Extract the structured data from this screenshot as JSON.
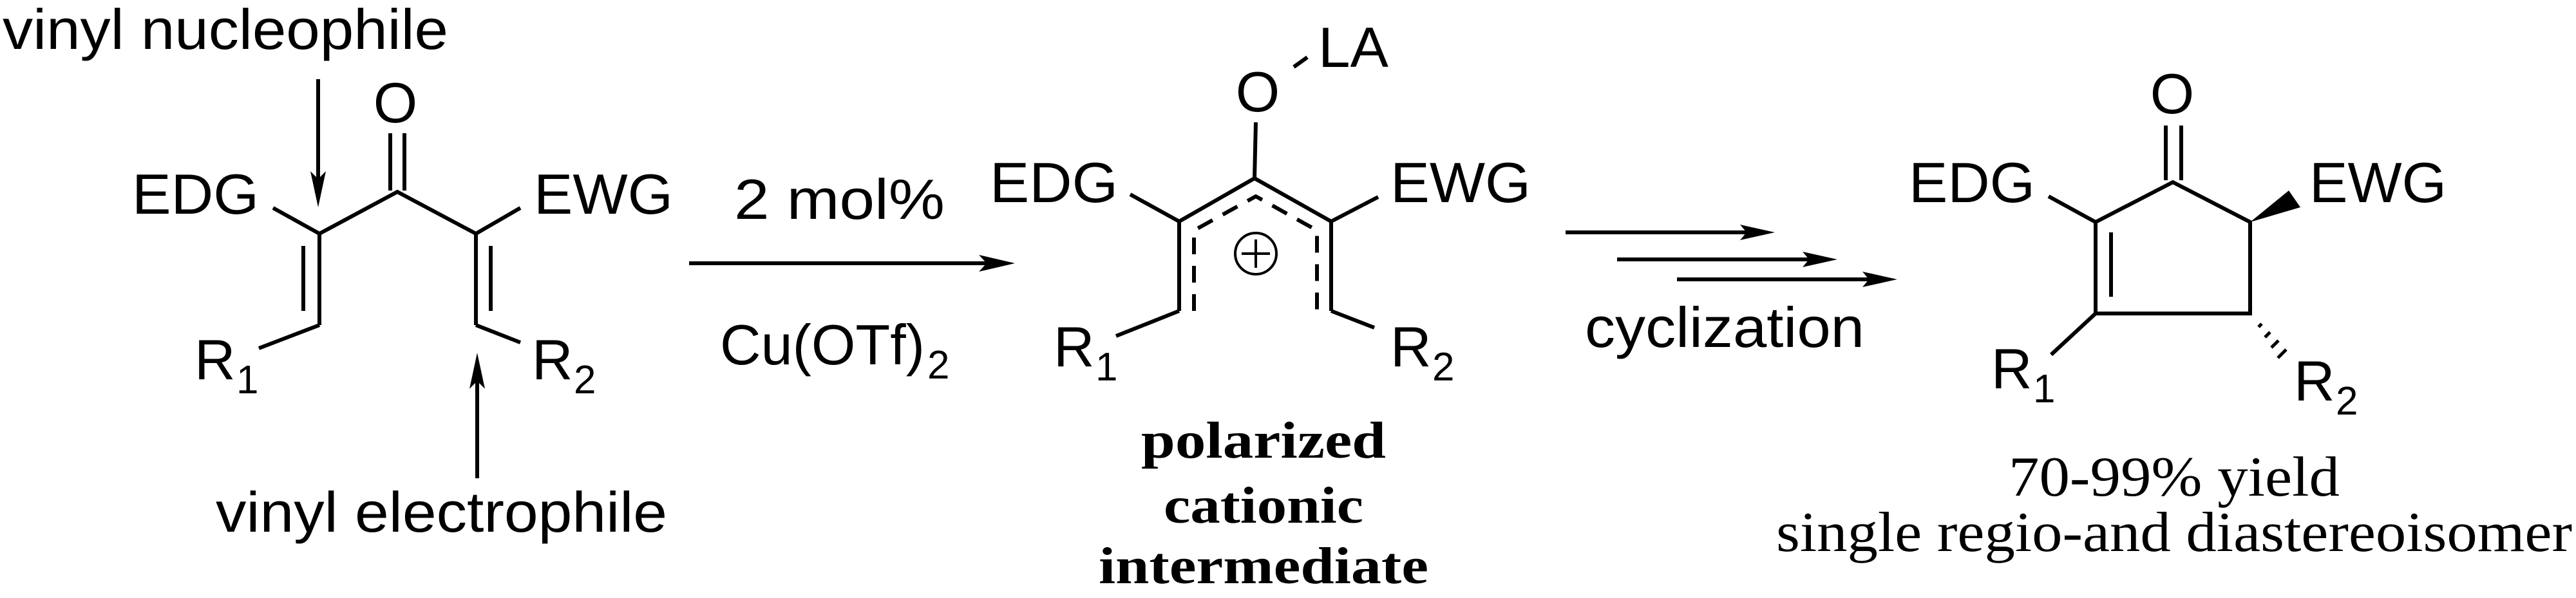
{
  "starting_material": {
    "annotation_nucleophile": "vinyl nucleophile",
    "annotation_electrophile": "vinyl electrophile",
    "oxygen": "O",
    "edg": "EDG",
    "ewg": "EWG",
    "r1": "R",
    "r1_sub": "1",
    "r2": "R",
    "r2_sub": "2"
  },
  "step1": {
    "reagent_above": "2 mol%",
    "reagent_below": "Cu(OTf)",
    "reagent_below_sub": "2"
  },
  "intermediate": {
    "oxygen": "O",
    "lewis_acid": "LA",
    "edg": "EDG",
    "ewg": "EWG",
    "r1": "R",
    "r1_sub": "1",
    "r2": "R",
    "r2_sub": "2",
    "charge_icon": "circled-plus",
    "caption": [
      "polarized",
      "cationic",
      "intermediate"
    ]
  },
  "step2": {
    "label": "cyclization"
  },
  "product": {
    "oxygen": "O",
    "edg": "EDG",
    "ewg": "EWG",
    "r1": "R",
    "r1_sub": "1",
    "r2": "R",
    "r2_sub": "2",
    "yield": "70-99% yield",
    "selectivity": "single regio-and diastereoisomer"
  }
}
